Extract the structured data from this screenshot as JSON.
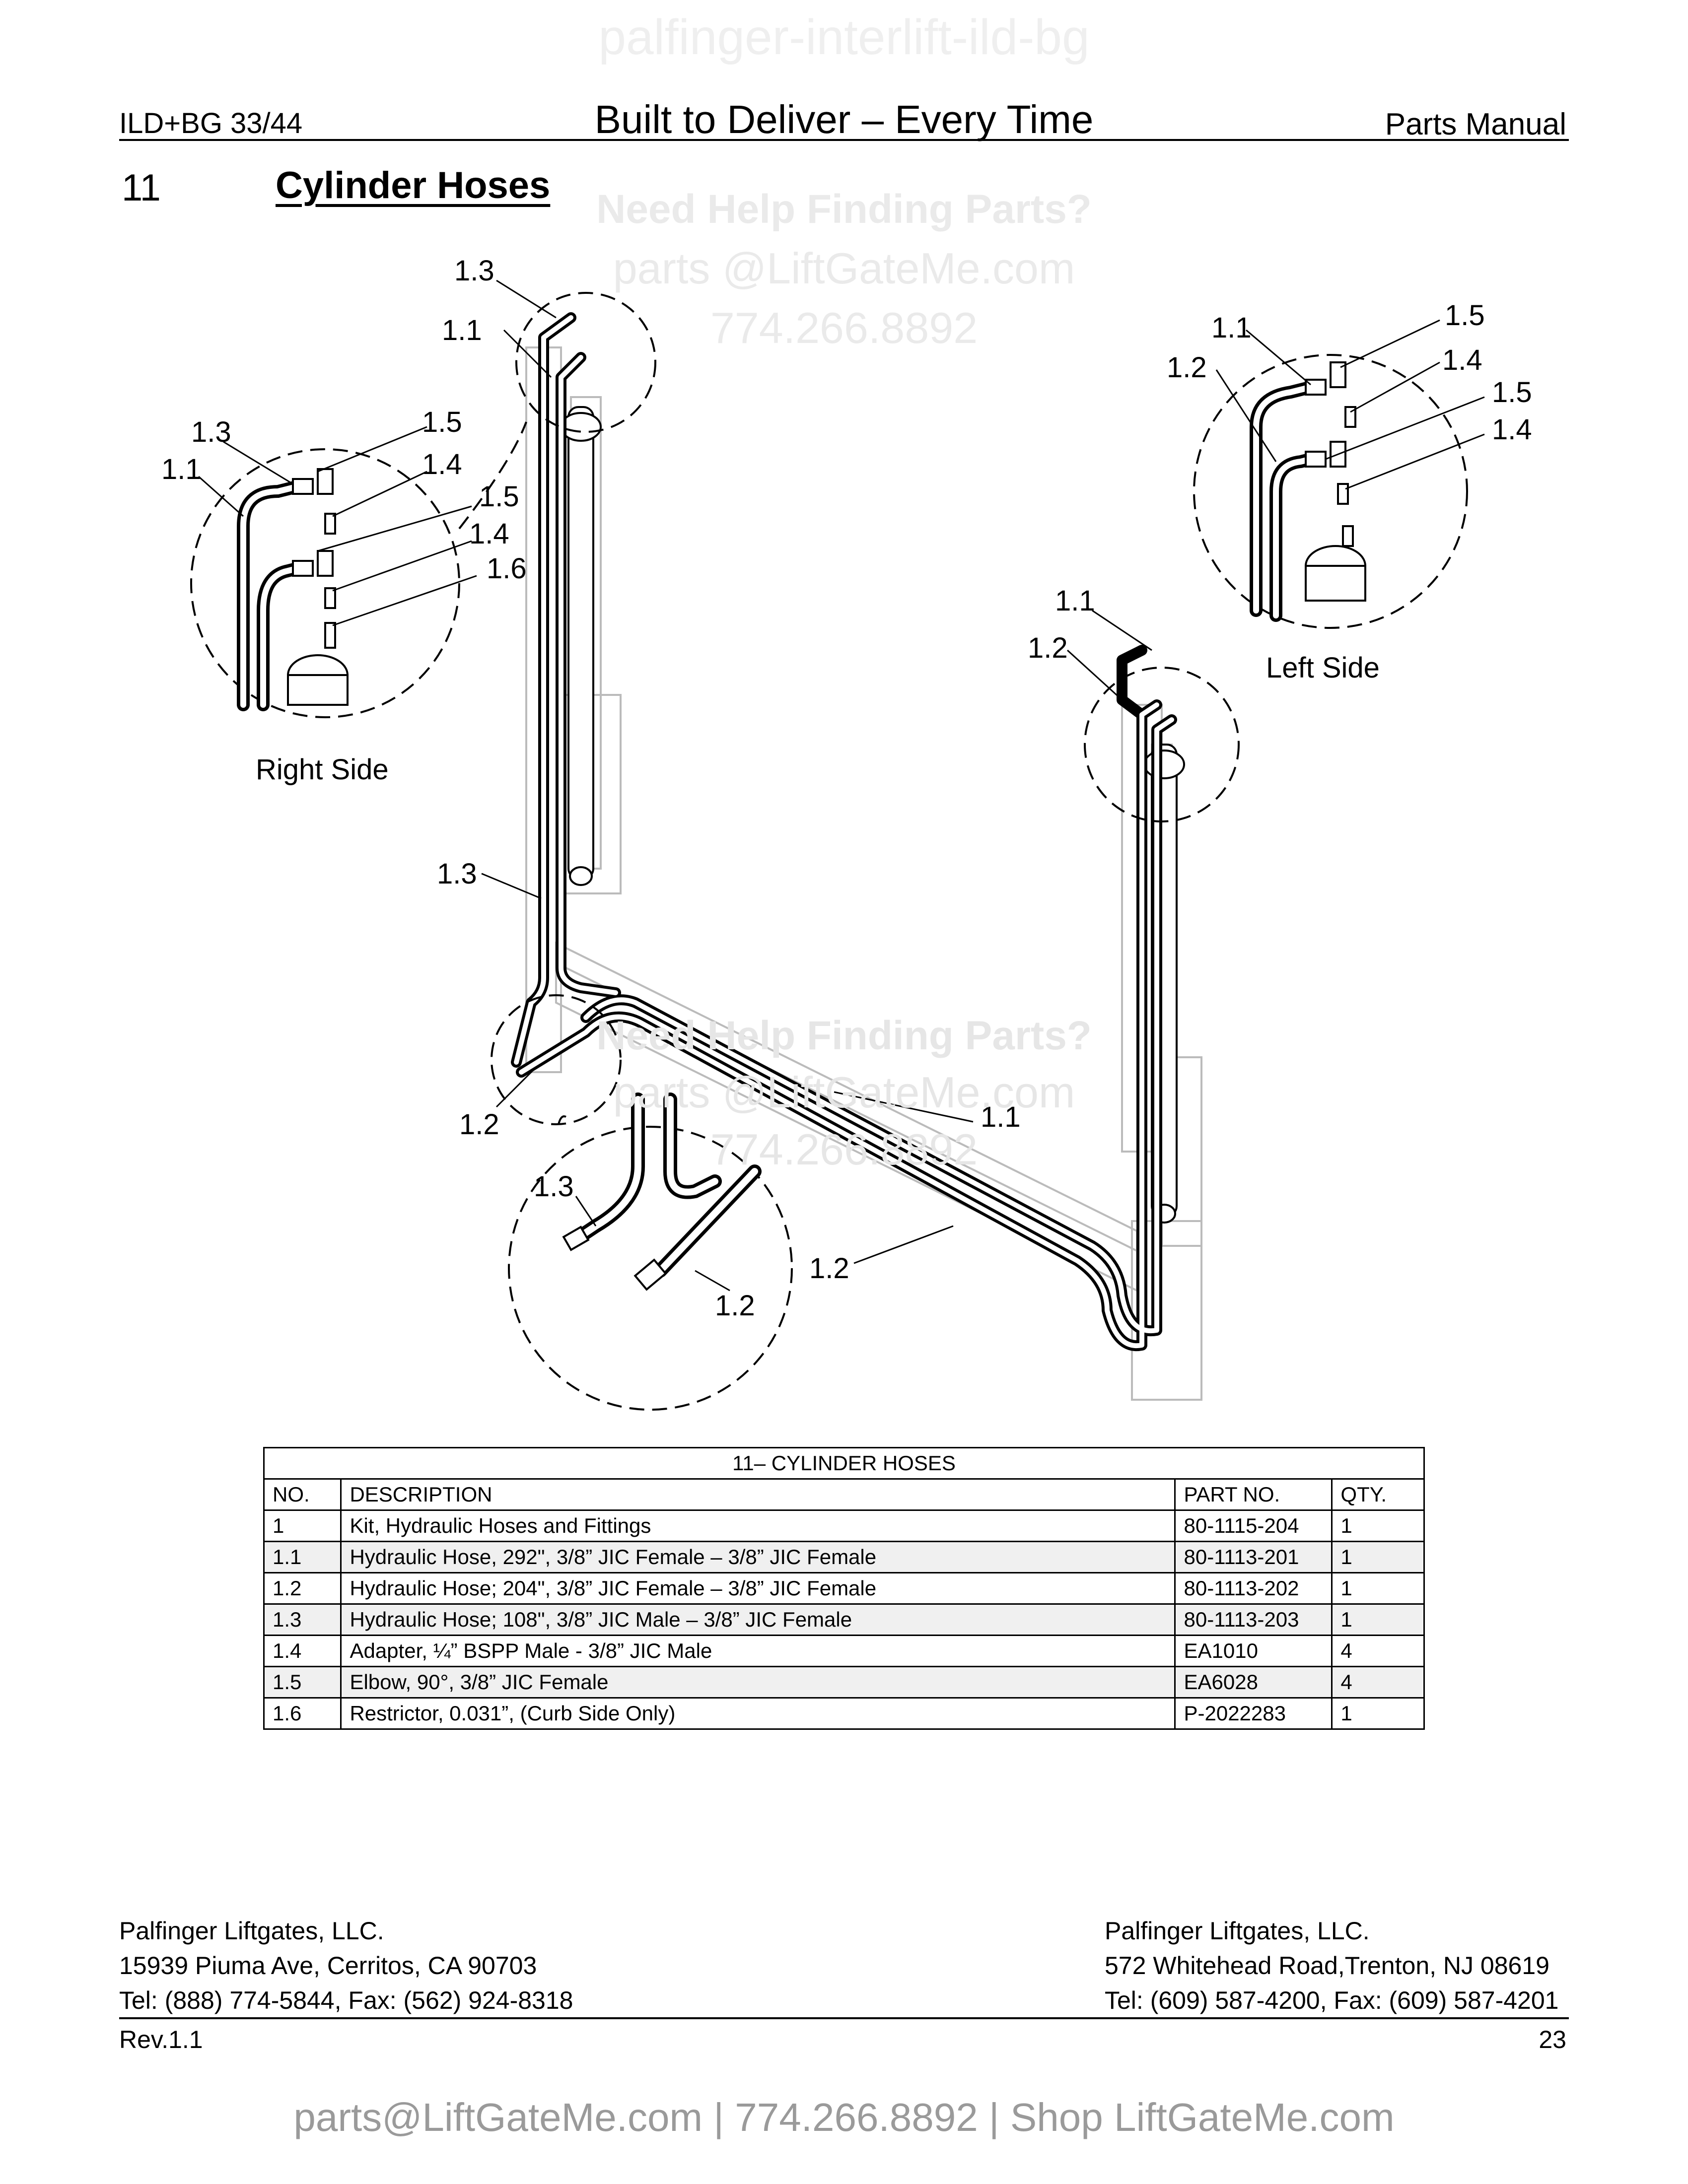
{
  "watermark_top": "palfinger-interlift-ild-bg",
  "header": {
    "model": "ILD+BG 33/44",
    "slogan": "Built to Deliver – Every Time",
    "manual": "Parts Manual"
  },
  "section": {
    "number": "11",
    "title": "Cylinder Hoses"
  },
  "watermarks": [
    {
      "title": "Need Help Finding Parts?",
      "email": "parts @LiftGateMe.com",
      "phone": "774.266.8892"
    },
    {
      "title": "Need Help Finding Parts?",
      "email": "parts @LiftGateMe.com",
      "phone": "774.266.8892"
    }
  ],
  "diagram": {
    "labels": {
      "right_side": "Right Side",
      "left_side": "Left Side"
    },
    "callouts": [
      "1.1",
      "1.2",
      "1.3",
      "1.4",
      "1.5",
      "1.6"
    ]
  },
  "table": {
    "caption": "11– CYLINDER HOSES",
    "headers": [
      "NO.",
      "DESCRIPTION",
      "PART NO.",
      "QTY."
    ],
    "rows": [
      [
        "1",
        "Kit, Hydraulic Hoses and Fittings",
        "80-1115-204",
        "1"
      ],
      [
        "1.1",
        "Hydraulic Hose, 292\", 3/8” JIC Female – 3/8” JIC Female",
        "80-1113-201",
        "1"
      ],
      [
        "1.2",
        "Hydraulic Hose; 204\", 3/8” JIC Female – 3/8” JIC Female",
        "80-1113-202",
        "1"
      ],
      [
        "1.3",
        "Hydraulic Hose; 108\", 3/8” JIC Male – 3/8” JIC Female",
        "80-1113-203",
        "1"
      ],
      [
        "1.4",
        "Adapter, ¼” BSPP Male - 3/8” JIC Male",
        "EA1010",
        "4"
      ],
      [
        "1.5",
        "Elbow, 90°, 3/8” JIC Female",
        "EA6028",
        "4"
      ],
      [
        "1.6",
        "Restrictor, 0.031”, (Curb Side Only)",
        "P-2022283",
        "1"
      ]
    ]
  },
  "footer": {
    "left": [
      "Palfinger Liftgates, LLC.",
      "15939 Piuma Ave, Cerritos, CA 90703",
      "Tel: (888) 774-5844, Fax: (562) 924-8318"
    ],
    "right": [
      "Palfinger Liftgates, LLC.",
      "572 Whitehead Road,Trenton, NJ 08619",
      "Tel: (609) 587-4200, Fax: (609) 587-4201"
    ],
    "revision": "Rev.1.1",
    "page": "23"
  },
  "bottom_contact": "parts@LiftGateMe.com | 774.266.8892 | Shop LiftGateMe.com"
}
